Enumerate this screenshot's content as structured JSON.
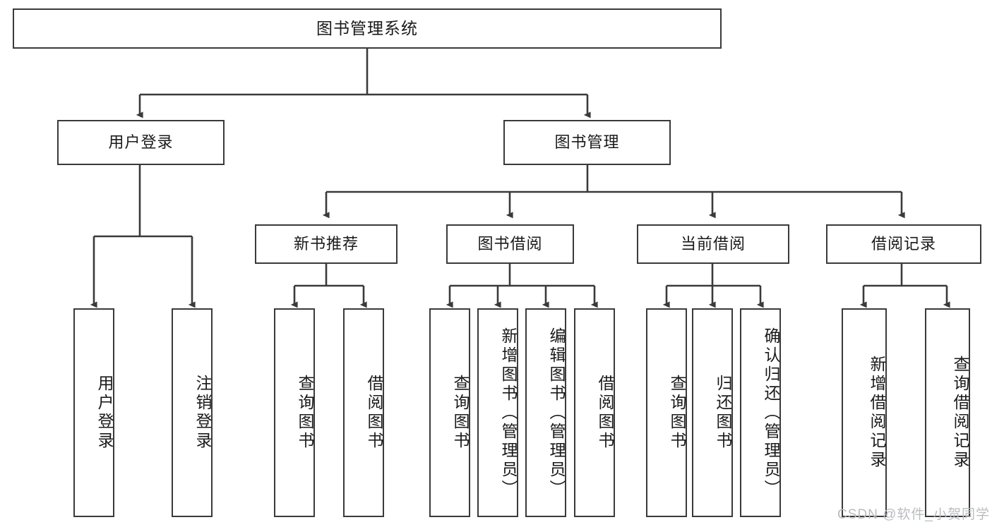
{
  "diagram": {
    "title": "图书管理系统",
    "type": "tree",
    "root": {
      "label": "图书管理系统"
    },
    "level1": [
      {
        "label": "用户登录"
      },
      {
        "label": "图书管理"
      }
    ],
    "level2": [
      {
        "label": "新书推荐"
      },
      {
        "label": "图书借阅"
      },
      {
        "label": "当前借阅"
      },
      {
        "label": "借阅记录"
      }
    ],
    "leaves": {
      "user_login": [
        {
          "label": "用户登录"
        },
        {
          "label": "注销登录"
        }
      ],
      "new_book_recommend": [
        {
          "label": "查询图书"
        },
        {
          "label": "借阅图书"
        }
      ],
      "book_borrow": [
        {
          "label": "查询图书"
        },
        {
          "label": "新增图书（管理员）"
        },
        {
          "label": "编辑图书（管理员）"
        },
        {
          "label": "借阅图书"
        }
      ],
      "current_borrow": [
        {
          "label": "查询图书"
        },
        {
          "label": "归还图书"
        },
        {
          "label": "确认归还（管理员）"
        }
      ],
      "borrow_record": [
        {
          "label": "新增借阅记录"
        },
        {
          "label": "查询借阅记录"
        }
      ]
    }
  },
  "watermark": {
    "text": "CSDN @软件_小贺同学",
    "color": "#b9bcc0"
  },
  "style": {
    "stroke": "#3a3a3a",
    "background": "#ffffff",
    "text_color": "#1a1a1a"
  }
}
